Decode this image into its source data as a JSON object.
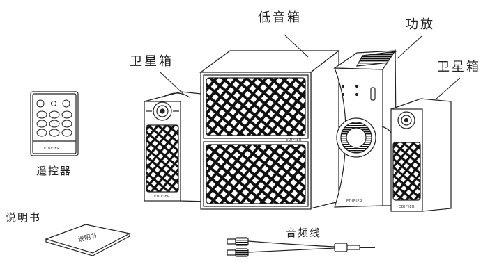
{
  "labels": {
    "subwoofer": "低音箱",
    "amplifier": "功放",
    "satellite_left": "卫星箱",
    "satellite_right": "卫星箱",
    "remote": "遥控器",
    "manual": "说明书",
    "audio_cable": "音频线"
  },
  "brand": "EDIFIER",
  "manual_cover_text": "说明书",
  "colors": {
    "line": "#222222",
    "grille": "#111111",
    "background": "#ffffff"
  }
}
